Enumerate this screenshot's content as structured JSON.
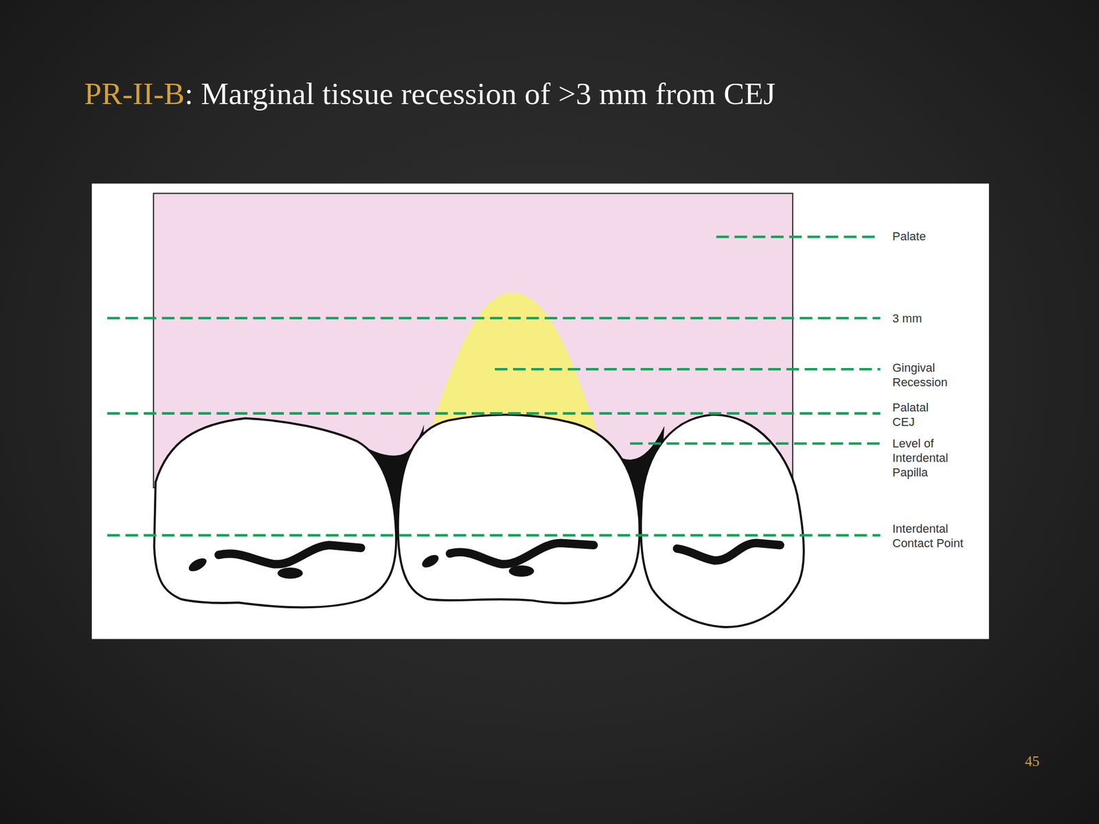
{
  "diagram": {
    "title": "PR-II-B: Marginal tissue recession of >3 mm from CEJ",
    "labels": [
      "Palate",
      "3 mm",
      "Gingival Recession",
      "Palatal CEJ",
      "Level of Interdental Papilla",
      "Interdental Contact Point",
      "45"
    ]
  }
}
